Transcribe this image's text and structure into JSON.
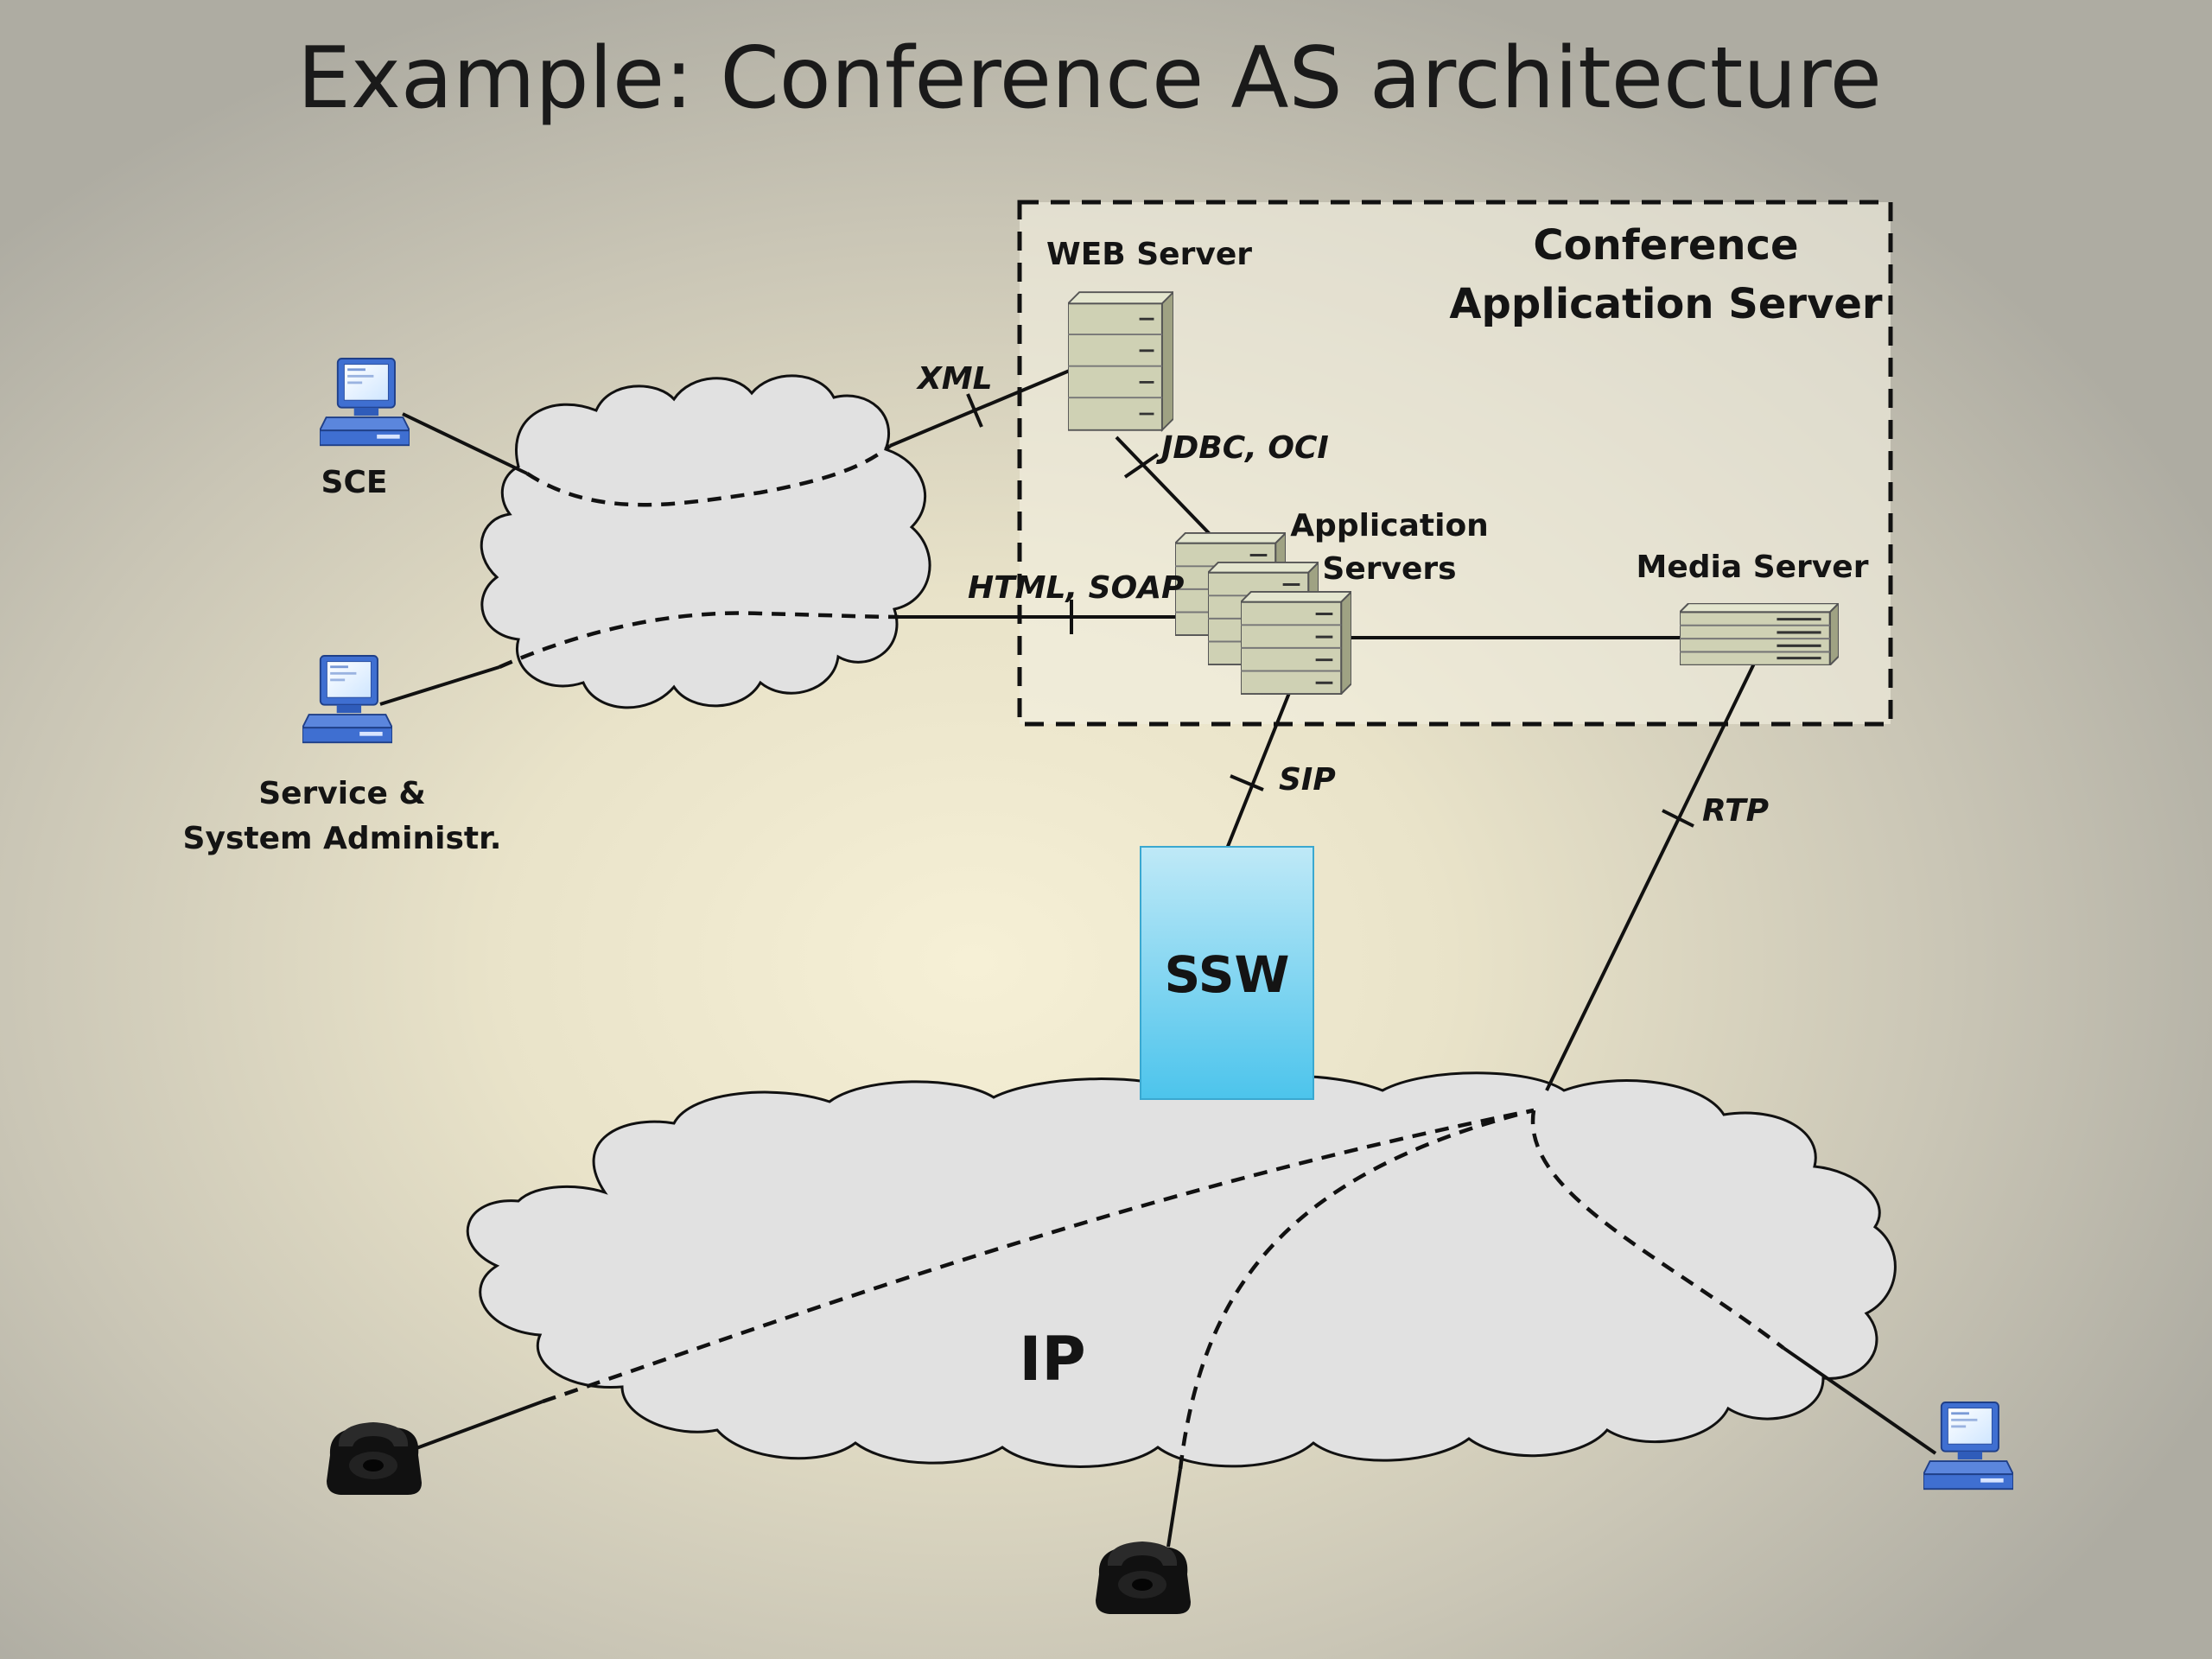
{
  "title": "Example: Conference AS architecture",
  "as_box": {
    "title_line1": "Conference",
    "title_line2": "Application Server"
  },
  "nodes": {
    "web_server": "WEB Server",
    "app_servers_line1": "Application",
    "app_servers_line2": "Servers",
    "media_server": "Media Server",
    "sce": "SCE",
    "admin_line1": "Service &",
    "admin_line2": "System Administr.",
    "ssw": "SSW",
    "ip_cloud": "IP"
  },
  "links": {
    "xml": "XML",
    "jdbc": "JDBC, OCI",
    "html_soap": "HTML, SOAP",
    "sip": "SIP",
    "rtp": "RTP"
  },
  "icons": [
    "desktop-computer-icon",
    "server-tower-icon",
    "rack-server-icon",
    "telephone-icon",
    "cloud-icon"
  ],
  "colors": {
    "ssw_top": "#bfe9f7",
    "ssw_bottom": "#4cc4ec",
    "cloud_fill": "#e1e1e1",
    "server_fill": "#cfd1b4",
    "as_box_fill": "#f1eedf"
  }
}
